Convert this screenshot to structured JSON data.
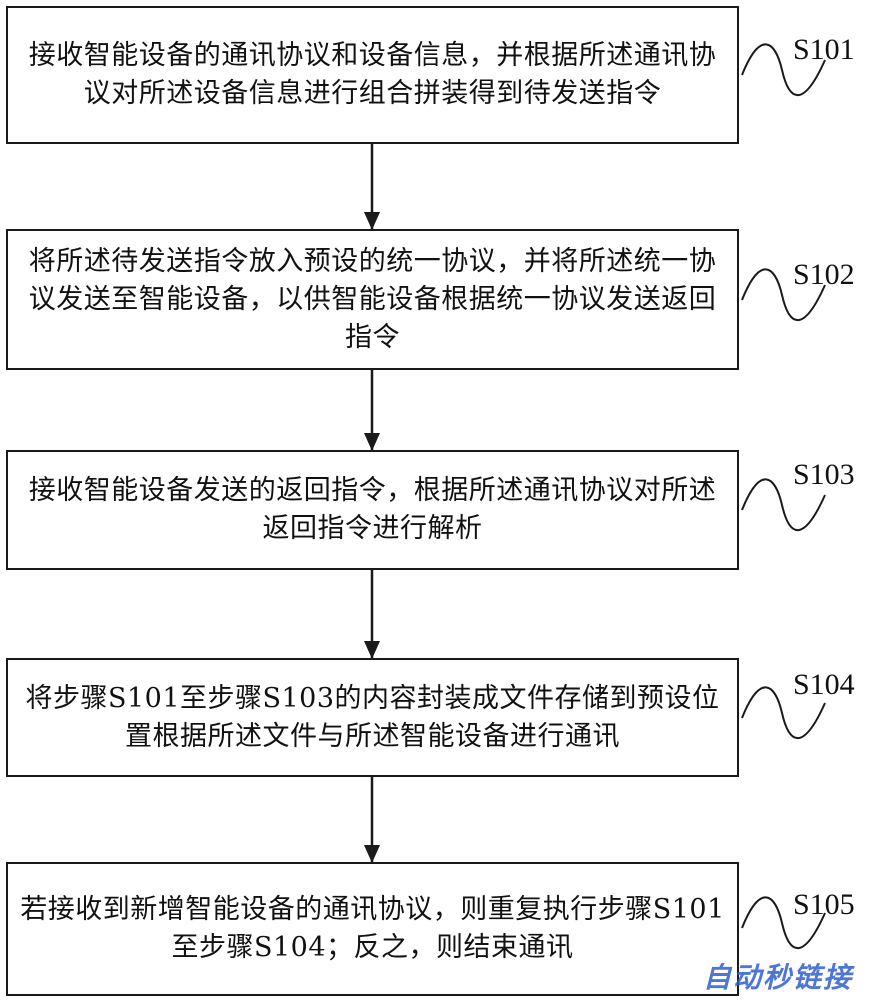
{
  "steps": [
    {
      "id": "S101",
      "text": "接收智能设备的通讯协议和设备信息，并根据所述通讯协议对所述设备信息进行组合拼装得到待发送指令"
    },
    {
      "id": "S102",
      "text": "将所述待发送指令放入预设的统一协议，并将所述统一协议发送至智能设备，以供智能设备根据统一协议发送返回指令"
    },
    {
      "id": "S103",
      "text": "接收智能设备发送的返回指令，根据所述通讯协议对所述返回指令进行解析"
    },
    {
      "id": "S104",
      "text": "将步骤S101至步骤S103的内容封装成文件存储到预设位置根据所述文件与所述智能设备进行通讯"
    },
    {
      "id": "S105",
      "text": "若接收到新增智能设备的通讯协议，则重复执行步骤S101至步骤S104；反之，则结束通讯"
    }
  ],
  "watermark": "自动秒链接",
  "colors": {
    "line": "#1a1a1a",
    "watermark": "#2f5fd0"
  }
}
